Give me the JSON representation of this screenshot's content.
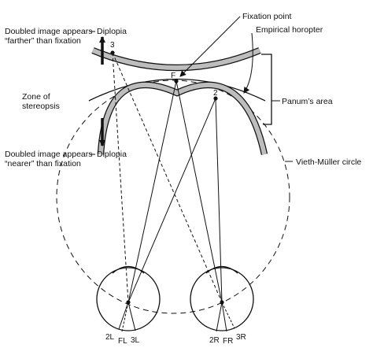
{
  "labels": {
    "fixation_point": "Fixation point",
    "empirical_horopter": "Empirical horopter",
    "zone_line1": "Zone of",
    "zone_line2": "stereopsis",
    "panums_area": "Panum’s area",
    "vieth_muller": "Vieth-Müller circle",
    "farther_line1": "Doubled image appears",
    "farther_diplopia": "Diplopia",
    "farther_line2": "“farther” than fixation",
    "nearer_line1": "Doubled image appears",
    "nearer_diplopia": "Diplopia",
    "nearer_line2": "“nearer” than fixation"
  },
  "points": {
    "fixation": "F",
    "point2": "2",
    "point3": "3"
  },
  "retina_labels": {
    "left_2": "2L",
    "left_f": "FL",
    "left_3": "3L",
    "right_2": "2R",
    "right_f": "FR",
    "right_3": "3R"
  }
}
